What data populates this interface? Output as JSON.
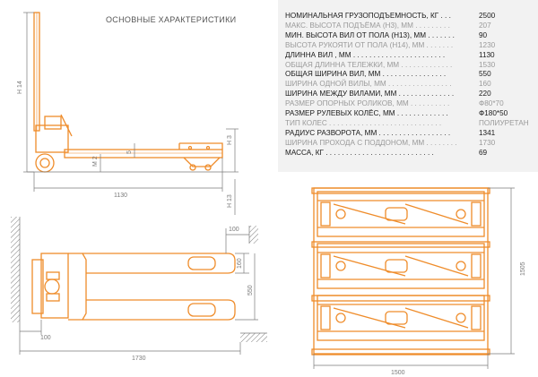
{
  "title": "ОСНОВНЫЕ ХАРАКТЕРИСТИКИ",
  "specs": [
    {
      "label": "НОМИНАЛЬНАЯ ГРУЗОПОДЪЕМНОСТЬ, КГ . . .",
      "value": "2500",
      "style": "dark"
    },
    {
      "label": "МАКС. ВЫСОТА ПОДЪЁМА (Н3), ММ . . . . . . . . .",
      "value": "207",
      "style": "light"
    },
    {
      "label": "МИН. ВЫСОТА ВИЛ ОТ ПОЛА (Н13), ММ . . . . . . .",
      "value": "90",
      "style": "dark"
    },
    {
      "label": "ВЫСОТА РУКОЯТИ ОТ ПОЛА (Н14), ММ . . . . . . .",
      "value": "1230",
      "style": "light"
    },
    {
      "label": "ДЛИННА ВИЛ , ММ . . . . . . . . . . . . . . . . . . . . . . .",
      "value": "1130",
      "style": "dark"
    },
    {
      "label": "ОБЩАЯ ДЛИННА ТЕЛЕЖКИ, ММ . . . . . . . . . . . . .",
      "value": "1530",
      "style": "light"
    },
    {
      "label": "ОБЩАЯ ШИРИНА ВИЛ, ММ . . . . . . . . . . . . . . . .",
      "value": "550",
      "style": "dark"
    },
    {
      "label": "ШИРИНА ОДНОЙ ВИЛЫ, ММ . . . . . . . . . . . . . . . .",
      "value": "160",
      "style": "light"
    },
    {
      "label": "ШИРИНА МЕЖДУ ВИЛАМИ, ММ . . . . . . . . . . . . . .",
      "value": "220",
      "style": "dark"
    },
    {
      "label": "РАЗМЕР ОПОРНЫХ РОЛИКОВ, ММ . . . . . . . . . .",
      "value": "Ф80*70",
      "style": "light"
    },
    {
      "label": "РАЗМЕР РУЛЕВЫХ КОЛЁС, ММ . . . . . . . . . . . . .",
      "value": "Ф180*50",
      "style": "dark"
    },
    {
      "label": "ТИП КОЛЕС . . . . . . . . . . . . . . . . . . . . . . . . . . . .",
      "value": "ПОЛИУРЕТАН",
      "style": "light"
    },
    {
      "label": "РАДИУС РАЗВОРОТА, ММ . . . . . . . . . . . . . . . . . .",
      "value": "1341",
      "style": "dark"
    },
    {
      "label": "ШИРИНА ПРОХОДА С ПОДДОНОМ, ММ . . . . . . . .",
      "value": "1730",
      "style": "light"
    },
    {
      "label": "МАССА, КГ . . . . . . . . . . . . . . . . . . . . . . . . . . .",
      "value": "69",
      "style": "dark"
    }
  ],
  "dims": {
    "h14": "Н 14",
    "h3": "Н 3",
    "h13": "Н 13",
    "m2": "М 2",
    "five": "5",
    "len_1130": "1130",
    "top_100": "100",
    "top_160": "160",
    "top_550": "550",
    "top_100b": "100",
    "top_1730": "1730",
    "pal_1500_v": "1505",
    "pal_1500_h": "1500"
  },
  "colors": {
    "accent": "#ef8c2a",
    "line": "#7a7a7a",
    "panel": "#f2f2f2"
  }
}
